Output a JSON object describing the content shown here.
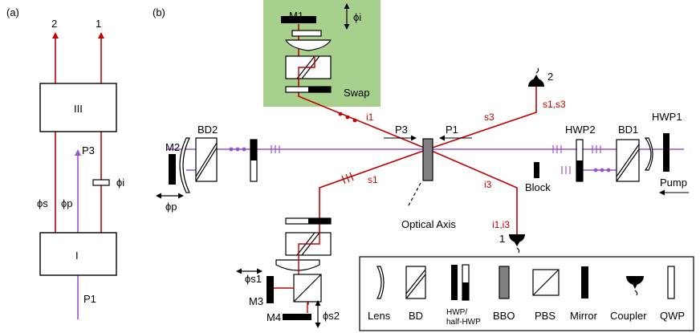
{
  "panel_a": {
    "label": "(a)",
    "out1": "2",
    "out2": "1",
    "box_top": "III",
    "box_bottom": "I",
    "p3": "P3",
    "p1": "P1",
    "phi_s": "ϕs",
    "phi_p": "ϕp",
    "phi_i": "ϕi"
  },
  "panel_b": {
    "label": "(b)",
    "m1": "M1",
    "phi_i": "ϕi",
    "swap": "Swap",
    "i1": "i1",
    "p3": "P3",
    "p1": "P1",
    "s3": "s3",
    "det2_num": "2",
    "det2_label": "s1,s3",
    "hwp2": "HWP2",
    "bd1": "BD1",
    "hwp1": "HWP1",
    "bd2": "BD2",
    "m2": "M2",
    "phi_p": "ϕp",
    "block": "Block",
    "pump": "Pump",
    "s1": "s1",
    "i3": "i3",
    "optical_axis": "Optical Axis",
    "det1_label": "i1,i3",
    "det1_num": "1",
    "phi_s1": "ϕs1",
    "m3": "M3",
    "m4": "M4",
    "phi_s2": "ϕs2"
  },
  "legend": {
    "lens": "Lens",
    "bd": "BD",
    "hwp_line1": "HWP/",
    "hwp_line2": "half-HWP",
    "bbo": "BBO",
    "pbs": "PBS",
    "mirror": "Mirror",
    "coupler": "Coupler",
    "qwp": "QWP"
  },
  "colors": {
    "red_beam": "#c00000",
    "purple_beam": "#9a52d0",
    "swap_box": "#a8d08d",
    "bbo_gray": "#808080"
  }
}
